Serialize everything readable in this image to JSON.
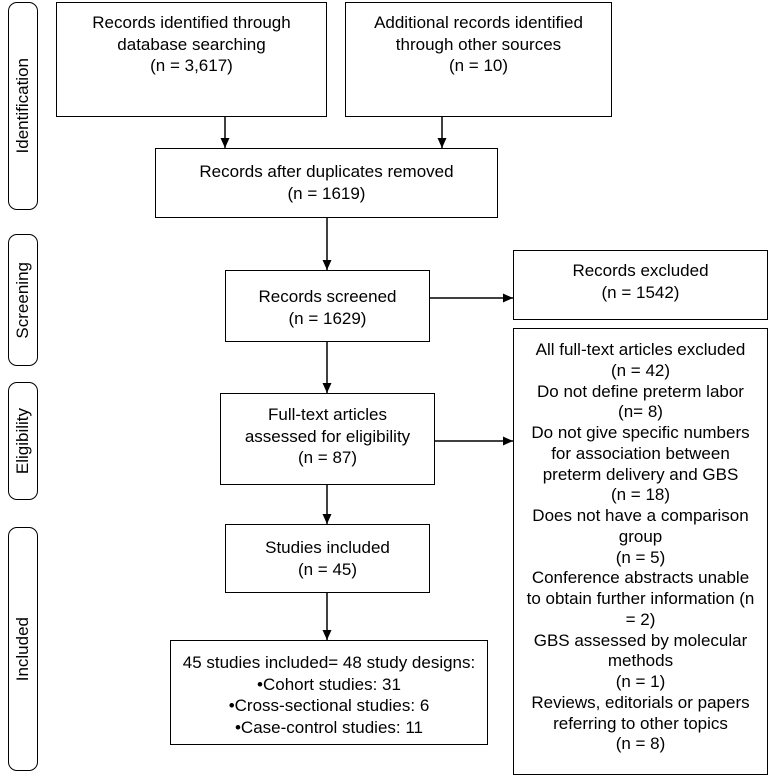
{
  "phases": {
    "identification": "Identification",
    "screening": "Screening",
    "eligibility": "Eligibility",
    "included": "Included"
  },
  "boxes": {
    "database_search": [
      "Records identified through",
      "database searching",
      "(n = 3,617)"
    ],
    "other_sources": [
      "Additional records identified",
      "through other sources",
      "(n = 10)"
    ],
    "after_duplicates": [
      "Records after duplicates removed",
      "(n = 1619)"
    ],
    "screened": [
      "Records screened",
      "(n = 1629)"
    ],
    "excluded": [
      "Records excluded",
      "(n = 1542)"
    ],
    "full_text_assessed": [
      "Full-text articles",
      "assessed for eligibility",
      "(n = 87)"
    ],
    "full_text_excluded": {
      "header": [
        "All full-text articles excluded",
        "(n = 42)"
      ],
      "reasons": [
        [
          "Do not define preterm labor",
          "(n= 8)"
        ],
        [
          "Do not give specific numbers",
          "for association between",
          "preterm delivery and GBS",
          "(n = 18)"
        ],
        [
          "Does not have a comparison",
          "group",
          "(n = 5)"
        ],
        [
          "Conference abstracts unable",
          "to obtain further information (n",
          "= 2)"
        ],
        [
          "GBS assessed by molecular",
          "methods",
          "(n = 1)"
        ],
        [
          "Reviews, editorials or papers",
          "referring to other topics",
          "(n = 8)"
        ]
      ]
    },
    "studies_included": [
      "Studies included",
      "(n = 45)"
    ],
    "study_designs": {
      "header": "45 studies included= 48 study designs:",
      "items": [
        "•Cohort studies: 31",
        "•Cross-sectional studies: 6",
        "•Case-control studies: 11"
      ]
    }
  },
  "colors": {
    "border": "#000000",
    "background": "#ffffff",
    "text": "#000000"
  }
}
